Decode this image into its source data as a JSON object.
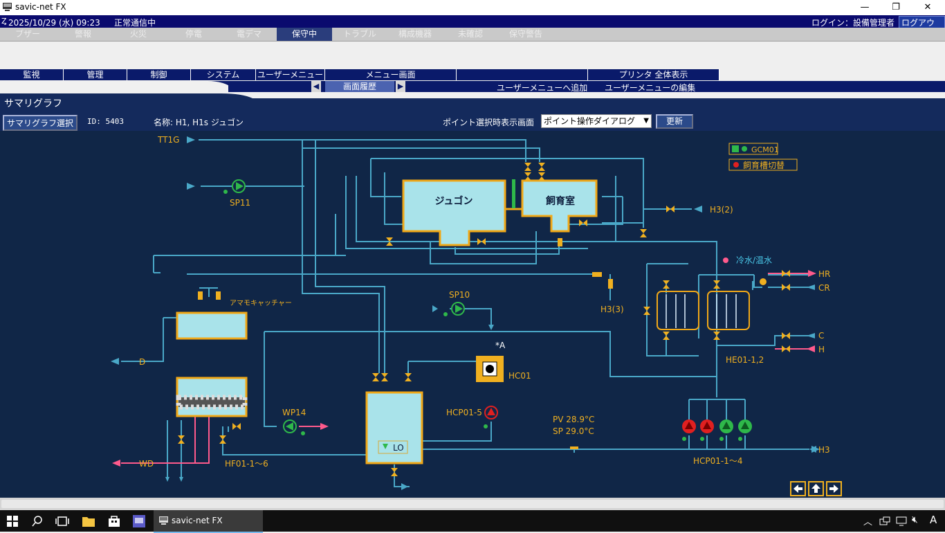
{
  "window": {
    "title": "savic-net FX",
    "min_glyph": "—",
    "max_glyph": "❐",
    "close_glyph": "✕"
  },
  "status": {
    "datetime": "2025/10/29 (水) 09:23",
    "comm": "正常通信中",
    "login": "ログイン：設備管理者",
    "logout": "ログアウト"
  },
  "alarm_tabs": [
    "ブザー",
    "警報",
    "火災",
    "停電",
    "電デマ",
    "保守中",
    "トラブル",
    "構成機器",
    "未確認",
    "保守警告"
  ],
  "menu": [
    "監視",
    "管理",
    "制御",
    "システム",
    "ユーザーメニュー",
    "メニュー画面",
    "",
    "プリンタ 全体表示"
  ],
  "submenu": {
    "history": "画面履歴",
    "add_user_menu": "ユーザーメニューへ追加",
    "edit_user_menu": "ユーザーメニューの編集"
  },
  "page": {
    "title": "サマリグラフ"
  },
  "toolbar": {
    "select_button": "サマリグラフ選択",
    "id": "ID: 5403",
    "name": "名称:  H1, H1s ジュゴン",
    "point_label": "ポイント選択時表示画面",
    "point_select": "ポイント操作ダイアログ",
    "refresh": "更新"
  },
  "diagram": {
    "labels": {
      "tt1g": "TT1G",
      "sp11": "SP11",
      "tank1": "ジュゴン",
      "tank2": "飼育室",
      "h3_2": "H3(2)",
      "h3_3": "H3(3)",
      "legend_gcm": "GCM01",
      "legend_switch": "飼育槽切替",
      "chill": "冷水/温水",
      "hr": "HR",
      "cr": "CR",
      "c": "C",
      "h": "H",
      "he01": "HE01-1,2",
      "amamo": "アマモキャッチャー",
      "d": "D",
      "sp10": "SP10",
      "star_a": "*A",
      "hc01": "HC01",
      "hcp015": "HCP01-5",
      "wp14": "WP14",
      "pv": "PV 28.9°C",
      "sp": "SP 29.0°C",
      "lo": "LO",
      "wd": "WD",
      "hf01": "HF01-1～6",
      "hcp0114": "HCP01-1～4",
      "h3": "H3"
    }
  },
  "taskbar": {
    "app": "savic-net FX",
    "ime": "A"
  },
  "colors": {
    "bg": "#102647",
    "pipe": "#4aa8c8",
    "valve": "#f0b020",
    "tank": "#f0a818",
    "water": "#a9e3ea",
    "green": "#2fb84a",
    "red": "#e02020",
    "pink": "#ff5a8c"
  }
}
